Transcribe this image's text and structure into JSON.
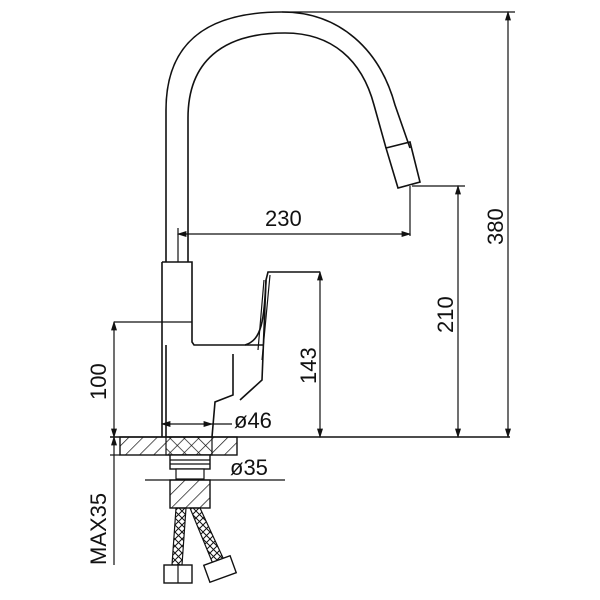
{
  "drawing": {
    "subject": "Kitchen faucet dimension drawing",
    "units": "mm",
    "dimensions": {
      "total_height": "380",
      "spout_outlet_height": "210",
      "spout_reach": "230",
      "handle_height": "143",
      "body_height": "100",
      "body_diameter": "ø46",
      "mounting_hole_diameter": "ø35",
      "max_deck_thickness": "MAX35"
    },
    "colors": {
      "line": "#111111",
      "background": "#ffffff"
    }
  }
}
